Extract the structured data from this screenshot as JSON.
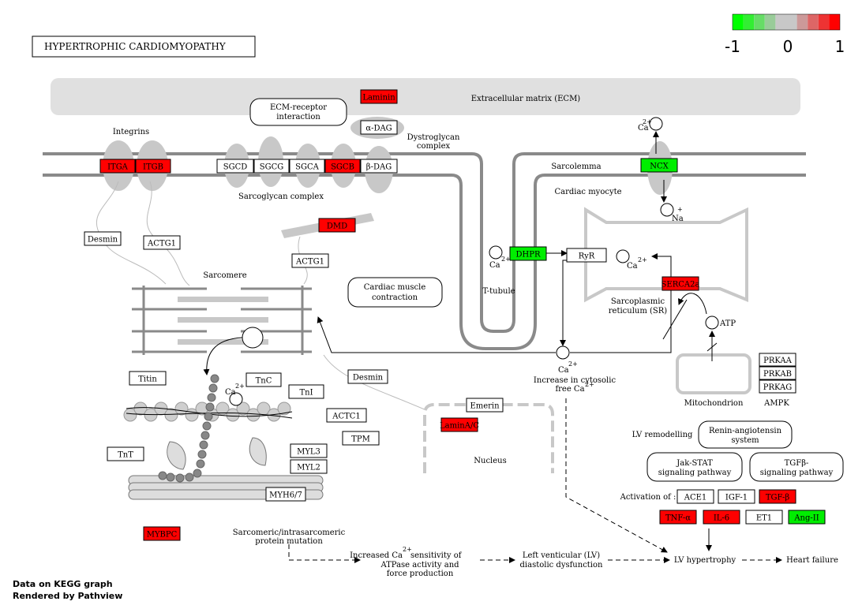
{
  "title": "HYPERTROPHIC CARDIOMYOPATHY",
  "legend": {
    "min_label": "-1",
    "mid_label": "0",
    "max_label": "1",
    "colors": [
      "#00ff00",
      "#33ee33",
      "#66dd66",
      "#99cc99",
      "#c8c8c8",
      "#c8c8c8",
      "#cc9999",
      "#dd6666",
      "#ee3333",
      "#ff0000"
    ]
  },
  "footer": {
    "line1": "Data on KEGG graph",
    "line2": "Rendered by Pathview"
  },
  "colors": {
    "up": "#ff0000",
    "down": "#00ee00",
    "neutral": "#ffffff",
    "structure": "#c8c8c8"
  },
  "labels": {
    "ecm": "Extracellular matrix (ECM)",
    "ecm_receptor_1": "ECM-receptor",
    "ecm_receptor_2": "interaction",
    "integrins": "Integrins",
    "dystroglycan_1": "Dystroglycan",
    "dystroglycan_2": "complex",
    "sarcolemma": "Sarcolemma",
    "cardiac_myocyte": "Cardiac myocyte",
    "sarcoglycan_complex": "Sarcoglycan complex",
    "sarcomere": "Sarcomere",
    "muscle_contraction_1": "Cardiac muscle",
    "muscle_contraction_2": "contraction",
    "t_tubule": "T-tubule",
    "sr_1": "Sarcoplasmic",
    "sr_2": "reticulum (SR)",
    "atp": "ATP",
    "mitochondrion": "Mitochondrion",
    "ampk": "AMPK",
    "ca_increase_1": "Increase in cytosolic",
    "ca_increase_2": "free Ca",
    "nucleus": "Nucleus",
    "lv_remodelling": "LV remodelling",
    "renin_1": "Renin-angiotensin",
    "renin_2": "system",
    "jakstat_1": "Jak-STAT",
    "jakstat_2": "signaling pathway",
    "tgfb_path_1": "TGFβ-",
    "tgfb_path_2": "signaling pathway",
    "activation_of": "Activation of :",
    "sarcomeric_1": "Sarcomeric/intrasarcomeric",
    "sarcomeric_2": "protein mutation",
    "sensitivity_1": "Increased Ca",
    "sensitivity_1b": " sensitivity of",
    "sensitivity_2": "ATPase activity and",
    "sensitivity_3": "force production",
    "lv_dysfunction_1": "Left venticular (LV)",
    "lv_dysfunction_2": "diastolic dysfunction",
    "lv_hypertrophy": "LV hypertrophy",
    "heart_failure": "Heart failure",
    "ca": "Ca",
    "ca_sup": "2+",
    "na": "Na",
    "na_sup": "+"
  },
  "genes": {
    "laminin": "Laminin",
    "adag": "α-DAG",
    "bdag": "β-DAG",
    "itga": "ITGA",
    "itgb": "ITGB",
    "sgcd": "SGCD",
    "sgcg": "SGCG",
    "sgca": "SGCA",
    "sgcb": "SGCB",
    "dmd": "DMD",
    "desmin1": "Desmin",
    "actg1a": "ACTG1",
    "actg1b": "ACTG1",
    "ncx": "NCX",
    "dhpr": "DHPR",
    "ryr": "RyR",
    "serca": "SERCA2a",
    "prkaa": "PRKAA",
    "prkab": "PRKAB",
    "prkag": "PRKAG",
    "titin": "Titin",
    "tnc": "TnC",
    "tni": "TnI",
    "desmin2": "Desmin",
    "actc1": "ACTC1",
    "tpm": "TPM",
    "tnt": "TnT",
    "myl3": "MYL3",
    "myl2": "MYL2",
    "myh67": "MYH6/7",
    "mybpc": "MYBPC",
    "emerin": "Emerin",
    "laminac": "LaminA/C",
    "ace1": "ACE1",
    "igf1": "IGF-1",
    "tgfb": "TGF-β",
    "tnfa": "TNF-α",
    "il6": "IL-6",
    "et1": "ET1",
    "ang2": "Ang-II"
  }
}
